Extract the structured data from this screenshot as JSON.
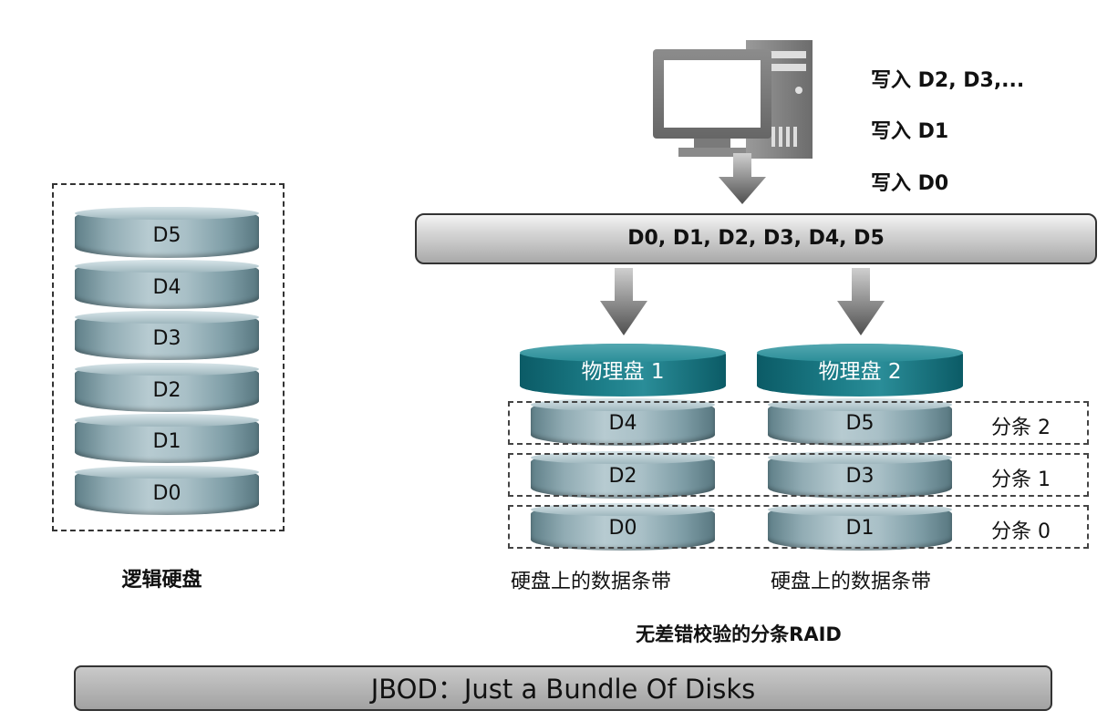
{
  "logical_disk": {
    "blocks": [
      "D5",
      "D4",
      "D3",
      "D2",
      "D1",
      "D0"
    ],
    "label": "逻辑硬盘"
  },
  "writes": [
    "写入 D2, D3,...",
    "写入 D1",
    "写入 D0"
  ],
  "bus_label": "D0, D1, D2, D3, D4, D5",
  "physical_disks": [
    {
      "name": "物理盘 1",
      "blocks": [
        "D4",
        "D2",
        "D0"
      ],
      "caption": "硬盘上的数据条带"
    },
    {
      "name": "物理盘 2",
      "blocks": [
        "D5",
        "D3",
        "D1"
      ],
      "caption": "硬盘上的数据条带"
    }
  ],
  "stripes": [
    "分条 2",
    "分条 1",
    "分条 0"
  ],
  "raid_label": "无差错校验的分条RAID",
  "jbod_label": "JBOD：Just a Bundle Of Disks"
}
